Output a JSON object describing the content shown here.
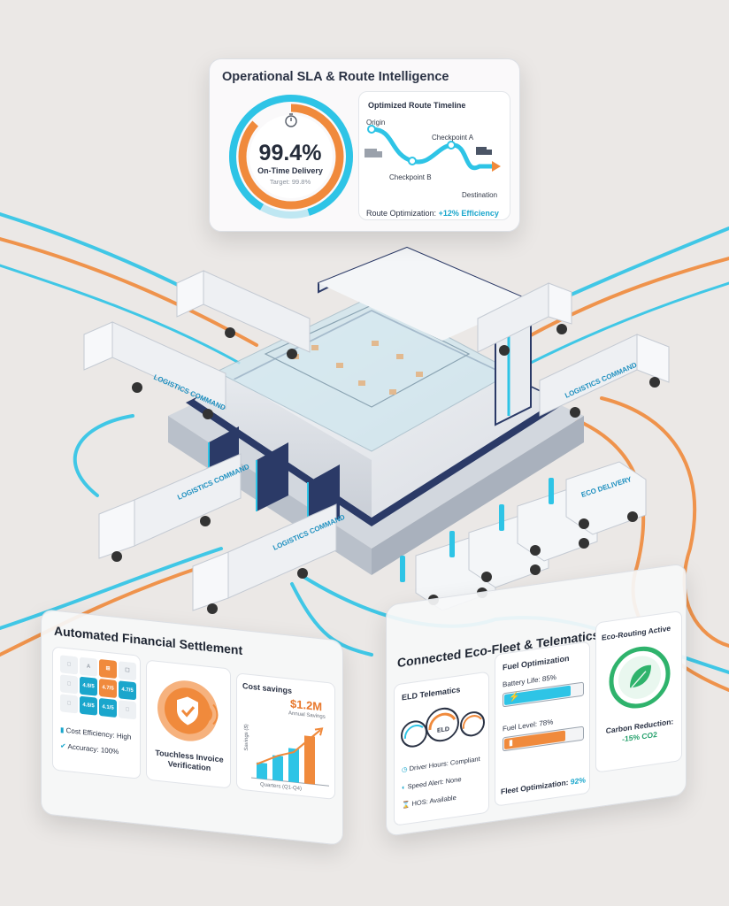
{
  "sla_panel": {
    "title": "Operational SLA & Route Intelligence",
    "gauge": {
      "value": "99.4%",
      "label": "On-Time Delivery",
      "target": "Target: 99.8%",
      "icon": "stopwatch-icon"
    },
    "route": {
      "title": "Optimized Route Timeline",
      "origin": "Origin",
      "checkpoint_a": "Checkpoint A",
      "checkpoint_b": "Checkpoint B",
      "destination": "Destination",
      "optimization_label": "Route Optimization:",
      "optimization_value": "+12% Efficiency"
    }
  },
  "hub": {
    "brand": "LOGISTICS COMMAND",
    "van_brand": "ECO DELIVERY"
  },
  "financial_panel": {
    "title": "Automated Financial Settlement",
    "grid_cells": [
      "4.8/5",
      "4.7/5",
      "4.7/5",
      "4.8/5",
      "4.1/5"
    ],
    "cost_efficiency": "Cost Efficiency: High",
    "accuracy": "Accuracy: 100%",
    "verification": "Touchless Invoice Verification",
    "savings": {
      "title": "Cost savings",
      "value": "$1.2M",
      "subtitle": "Annual Savings",
      "x_axis": "Quarters (Q1-Q4)",
      "y_axis": "Savings ($)"
    }
  },
  "eco_panel": {
    "title": "Connected Eco-Fleet & Telematics",
    "eld": {
      "title": "ELD Telematics",
      "gauge_label": "ELD",
      "driver_hours": "Driver Hours: Compliant",
      "speed_alert": "Speed Alert: None",
      "hos": "HOS: Available"
    },
    "fuel": {
      "title": "Fuel Optimization",
      "battery_label": "Battery Life: 85%",
      "battery_level": 0.85,
      "fuel_label": "Fuel Level: 78%",
      "fuel_level": 0.78,
      "fleet_label": "Fleet Optimization:",
      "fleet_value": "92%"
    },
    "routing": {
      "title": "Eco-Routing Active",
      "carbon_label": "Carbon Reduction:",
      "carbon_value": "-15% CO2"
    }
  },
  "colors": {
    "cyan": "#2ec4e6",
    "orange": "#f08a3c",
    "navy": "#2b3a67",
    "green": "#2fb36c"
  }
}
